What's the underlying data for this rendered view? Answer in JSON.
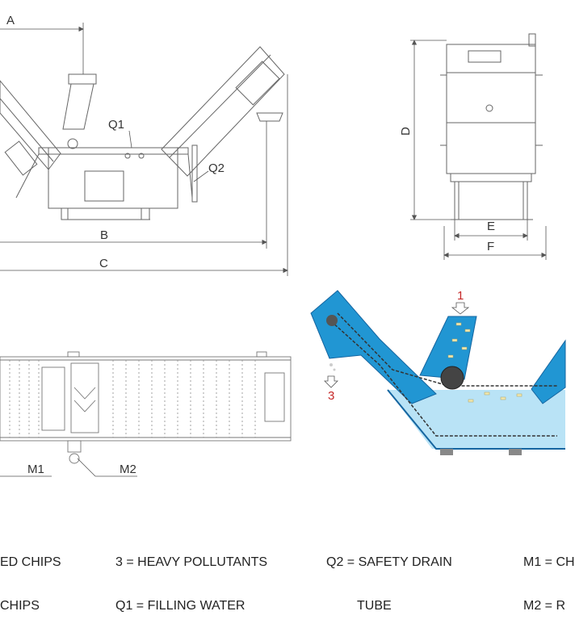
{
  "dimensions": {
    "a": "A",
    "b": "B",
    "c": "C",
    "d": "D",
    "e": "E",
    "f": "F"
  },
  "callouts": {
    "q1": "Q1",
    "q2": "Q2",
    "m1": "M1",
    "m2": "M2"
  },
  "flow_numbers": {
    "n1": "1",
    "n3": "3"
  },
  "legend": {
    "col1_line1": "ED CHIPS",
    "col1_line2": "CHIPS",
    "col2_line1": "3 = HEAVY POLLUTANTS",
    "col2_line2": "Q1 = FILLING WATER",
    "col3_line1": "Q2 = SAFETY DRAIN",
    "col3_line2": "TUBE",
    "col4_line1": "M1 = CH",
    "col4_line2": "M2 = R"
  },
  "colors": {
    "line": "#555555",
    "machine_blue": "#2196d3",
    "water": "#b9e3f6",
    "accent_red": "#c62828"
  }
}
